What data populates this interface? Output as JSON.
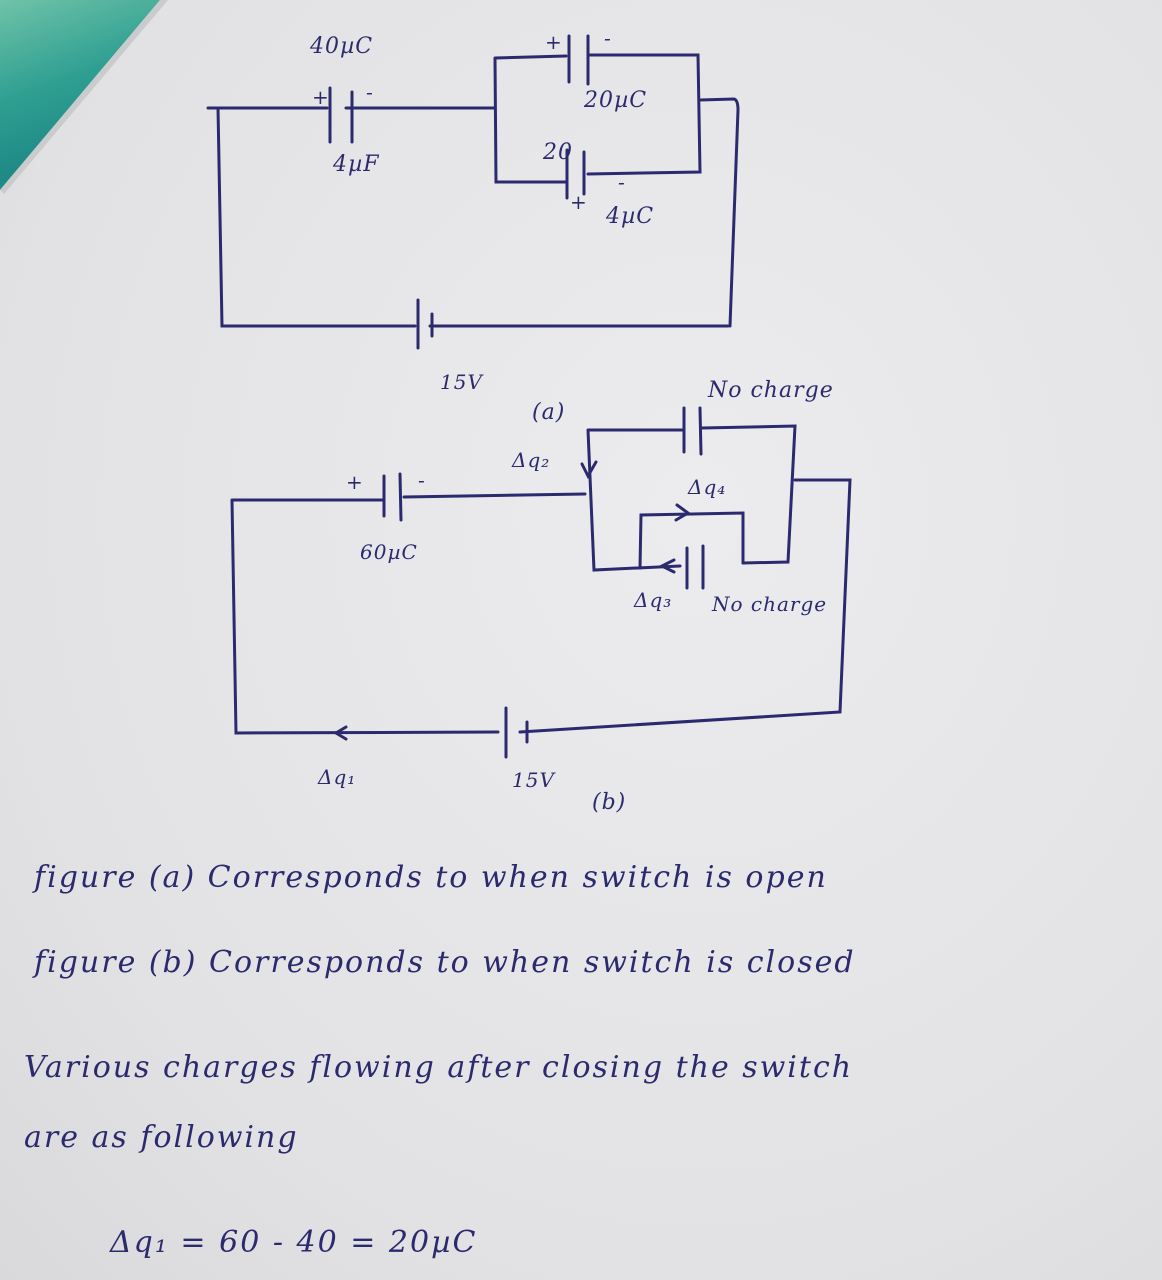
{
  "figure_a": {
    "caption": "(a)",
    "cap_left_charge": "40µC",
    "cap_left_value": "4µF",
    "cap_left_plus": "+",
    "cap_left_minus": "-",
    "cap_top_charge": "20µC",
    "cap_top_plus": "+",
    "cap_top_minus": "-",
    "cap_bottom_charge": "20",
    "cap_bottom_value": "4µC",
    "cap_bottom_plus": "+",
    "cap_bottom_minus": "-",
    "battery": "15V"
  },
  "figure_b": {
    "caption": "(b)",
    "cap_left_charge": "60µC",
    "cap_left_plus": "+",
    "cap_left_minus": "-",
    "top_note": "No charge",
    "bottom_note": "No charge",
    "dq1": "Δq₁",
    "dq2": "Δq₂",
    "dq3": "Δq₃",
    "dq4": "Δq₄",
    "battery": "15V"
  },
  "text_lines": [
    "figure (a) Corresponds to when switch is open",
    "figure (b)   Corresponds to when switch is closed",
    "Various charges flowing after closing the switch",
    "are as following",
    "Δq₁ = 60 - 40 = 20µC"
  ],
  "colors": {
    "ink": "#2c2a6e",
    "paper": "#e4e4e6",
    "cloth": "#2f9f92"
  }
}
